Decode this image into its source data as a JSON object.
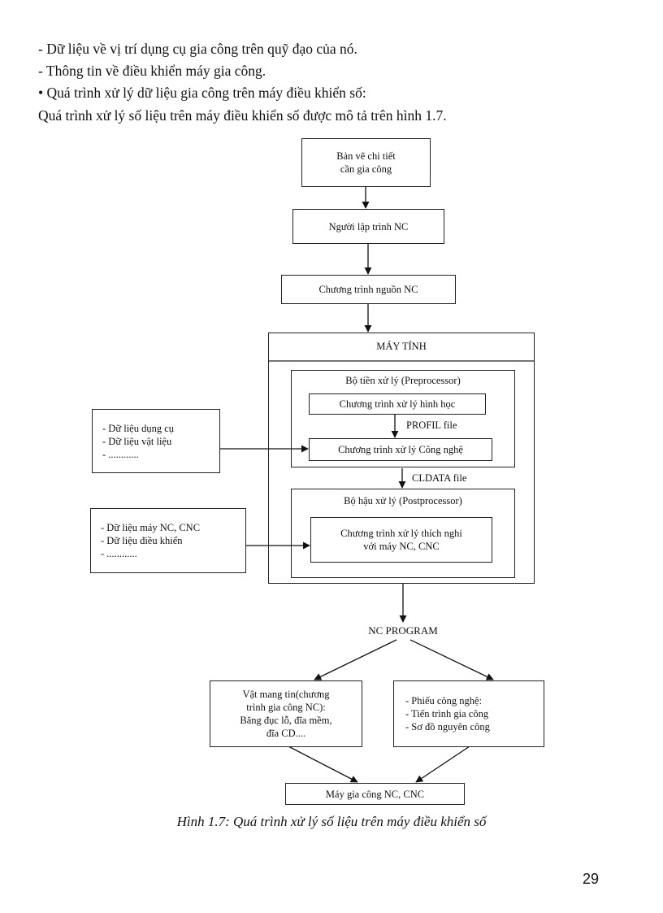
{
  "text": {
    "line1": "- Dữ liệu về vị trí dụng cụ gia công trên quỹ đạo của nó.",
    "line2": "- Thông tin về điều khiển máy gia công.",
    "line3": "• Quá trình xử lý dữ liệu gia công trên máy điều khiển số:",
    "line4": "Quá trình xử lý số liệu trên máy điều khiển số được mô tả trên hình 1.7."
  },
  "diagram": {
    "ban_ve_1": "Bản vẽ chi tiết",
    "ban_ve_2": "cần gia công",
    "nguoi_lap_trinh": "Người lập trình NC",
    "chuong_trinh_nguon": "Chương trình nguồn NC",
    "may_tinh": "MÁY TÍNH",
    "bo_tien_xu_ly": "Bộ tiền xử lý (Preprocessor)",
    "ct_hinh_hoc": "Chương trình xử lý hình học",
    "profil_file": "PROFIL file",
    "ct_cong_nghe": "Chương trình xử lý Công nghệ",
    "cldata_file": "CLDATA file",
    "bo_hau_xu_ly": "Bộ hậu xử lý (Postprocessor)",
    "ct_thich_nghi_1": "Chương trình xử lý thích nghi",
    "ct_thich_nghi_2": "với máy NC, CNC",
    "dl_dung_cu": "- Dữ liệu dụng cụ",
    "dl_vat_lieu": "- Dữ liệu vật liệu",
    "dl_dots_1": "- ............",
    "dl_may": "- Dữ liệu máy NC, CNC",
    "dl_dieu_khien": "- Dữ liệu điều khiển",
    "dl_dots_2": "- ............",
    "nc_program": "NC PROGRAM",
    "vat_mang_tin_1": "Vật mang tin(chương",
    "vat_mang_tin_2": "trình gia công NC):",
    "vat_mang_tin_3": "Băng đục lỗ, đĩa mềm,",
    "vat_mang_tin_4": "đĩa CD....",
    "phieu_1": "- Phiếu công nghệ:",
    "phieu_2": "- Tiến trình gia công",
    "phieu_3": "- Sơ đồ nguyên công",
    "may_gia_cong": "Máy gia công NC, CNC"
  },
  "caption": "Hình 1.7: Quá trình xử lý số liệu trên máy điều khiển số",
  "page_number": "29"
}
